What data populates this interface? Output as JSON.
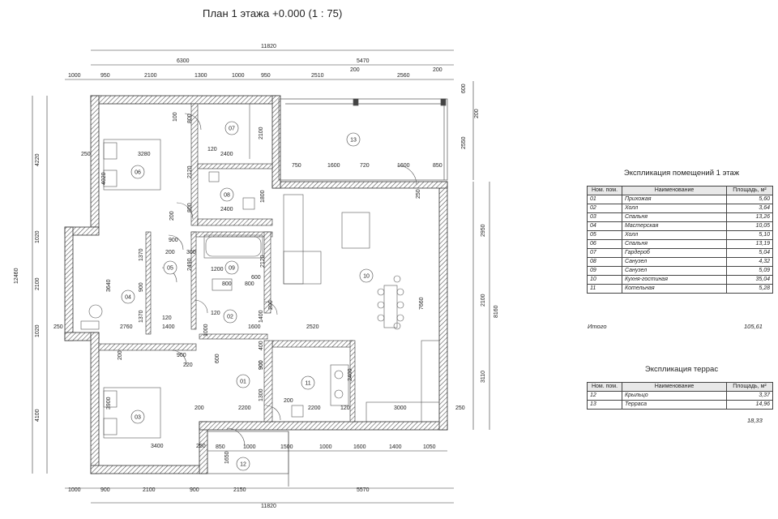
{
  "title": "План 1 этажа +0.000 (1 : 75)",
  "rooms_table": {
    "title": "Экспликация помещений 1 этаж",
    "headers": [
      "Ном. пом.",
      "Наименование",
      "Площадь, м²"
    ],
    "rows": [
      [
        "01",
        "Прихожая",
        "5,60"
      ],
      [
        "02",
        "Холл",
        "3,64"
      ],
      [
        "03",
        "Спальня",
        "13,26"
      ],
      [
        "04",
        "Мастерская",
        "10,05"
      ],
      [
        "05",
        "Холл",
        "5,10"
      ],
      [
        "06",
        "Спальня",
        "13,19"
      ],
      [
        "07",
        "Гардероб",
        "5,04"
      ],
      [
        "08",
        "Санузел",
        "4,32"
      ],
      [
        "09",
        "Санузел",
        "5,09"
      ],
      [
        "10",
        "Кухня-гостиная",
        "35,04"
      ],
      [
        "11",
        "Котельная",
        "5,28"
      ]
    ],
    "total_label": "Итого",
    "total_value": "105,61"
  },
  "terraces_table": {
    "title": "Экспликация террас",
    "headers": [
      "Ном. пом.",
      "Наименование",
      "Площадь, м²"
    ],
    "rows": [
      [
        "12",
        "Крыльцо",
        "3,37"
      ],
      [
        "13",
        "Терраса",
        "14,96"
      ]
    ],
    "total_value": "18,33"
  },
  "room_numbers": [
    "01",
    "02",
    "03",
    "04",
    "05",
    "06",
    "07",
    "08",
    "09",
    "10",
    "11",
    "12",
    "13"
  ],
  "dims_top": {
    "overall": "11820",
    "left_block": "6300",
    "right_block": "5470",
    "segments": [
      "1000",
      "950",
      "2100",
      "1300",
      "1000",
      "950",
      "2510",
      "200",
      "2560",
      "200"
    ]
  },
  "dims_bottom": {
    "overall": "11820",
    "segments_outer": [
      "1000",
      "900",
      "2100",
      "900",
      "2150",
      "5570"
    ],
    "segments_inner": [
      "850",
      "1000",
      "1500",
      "1000",
      "1600",
      "1400",
      "1050"
    ]
  },
  "dims_left": {
    "overall": "12460",
    "segments": [
      "4220",
      "1020",
      "2100",
      "1020",
      "4100"
    ]
  },
  "dims_right": {
    "overall": "8160",
    "segments": [
      "2950",
      "2100",
      "3110"
    ],
    "top": [
      "600",
      "200",
      "2550"
    ]
  },
  "dims_inner": [
    "3280",
    "4020",
    "250",
    "2400",
    "120",
    "2400",
    "2120",
    "1800",
    "200",
    "800",
    "900",
    "300",
    "200",
    "1370",
    "3640",
    "900",
    "1370",
    "2760",
    "1400",
    "120",
    "250",
    "2490",
    "2120",
    "1200",
    "800",
    "600",
    "800",
    "120",
    "1600",
    "2520",
    "1000",
    "900",
    "220",
    "900",
    "600",
    "200",
    "3900",
    "3400",
    "200",
    "250",
    "2200",
    "1300",
    "200",
    "2200",
    "120",
    "2400",
    "3000",
    "250",
    "750",
    "1600",
    "720",
    "1600",
    "850",
    "250",
    "7660",
    "100",
    "800",
    "2100",
    "1650",
    "200",
    "400",
    "900",
    "1400"
  ],
  "colors": {
    "wall": "#3a3a3a",
    "hatch": "#777777",
    "line": "#444444",
    "dim": "#333333"
  }
}
